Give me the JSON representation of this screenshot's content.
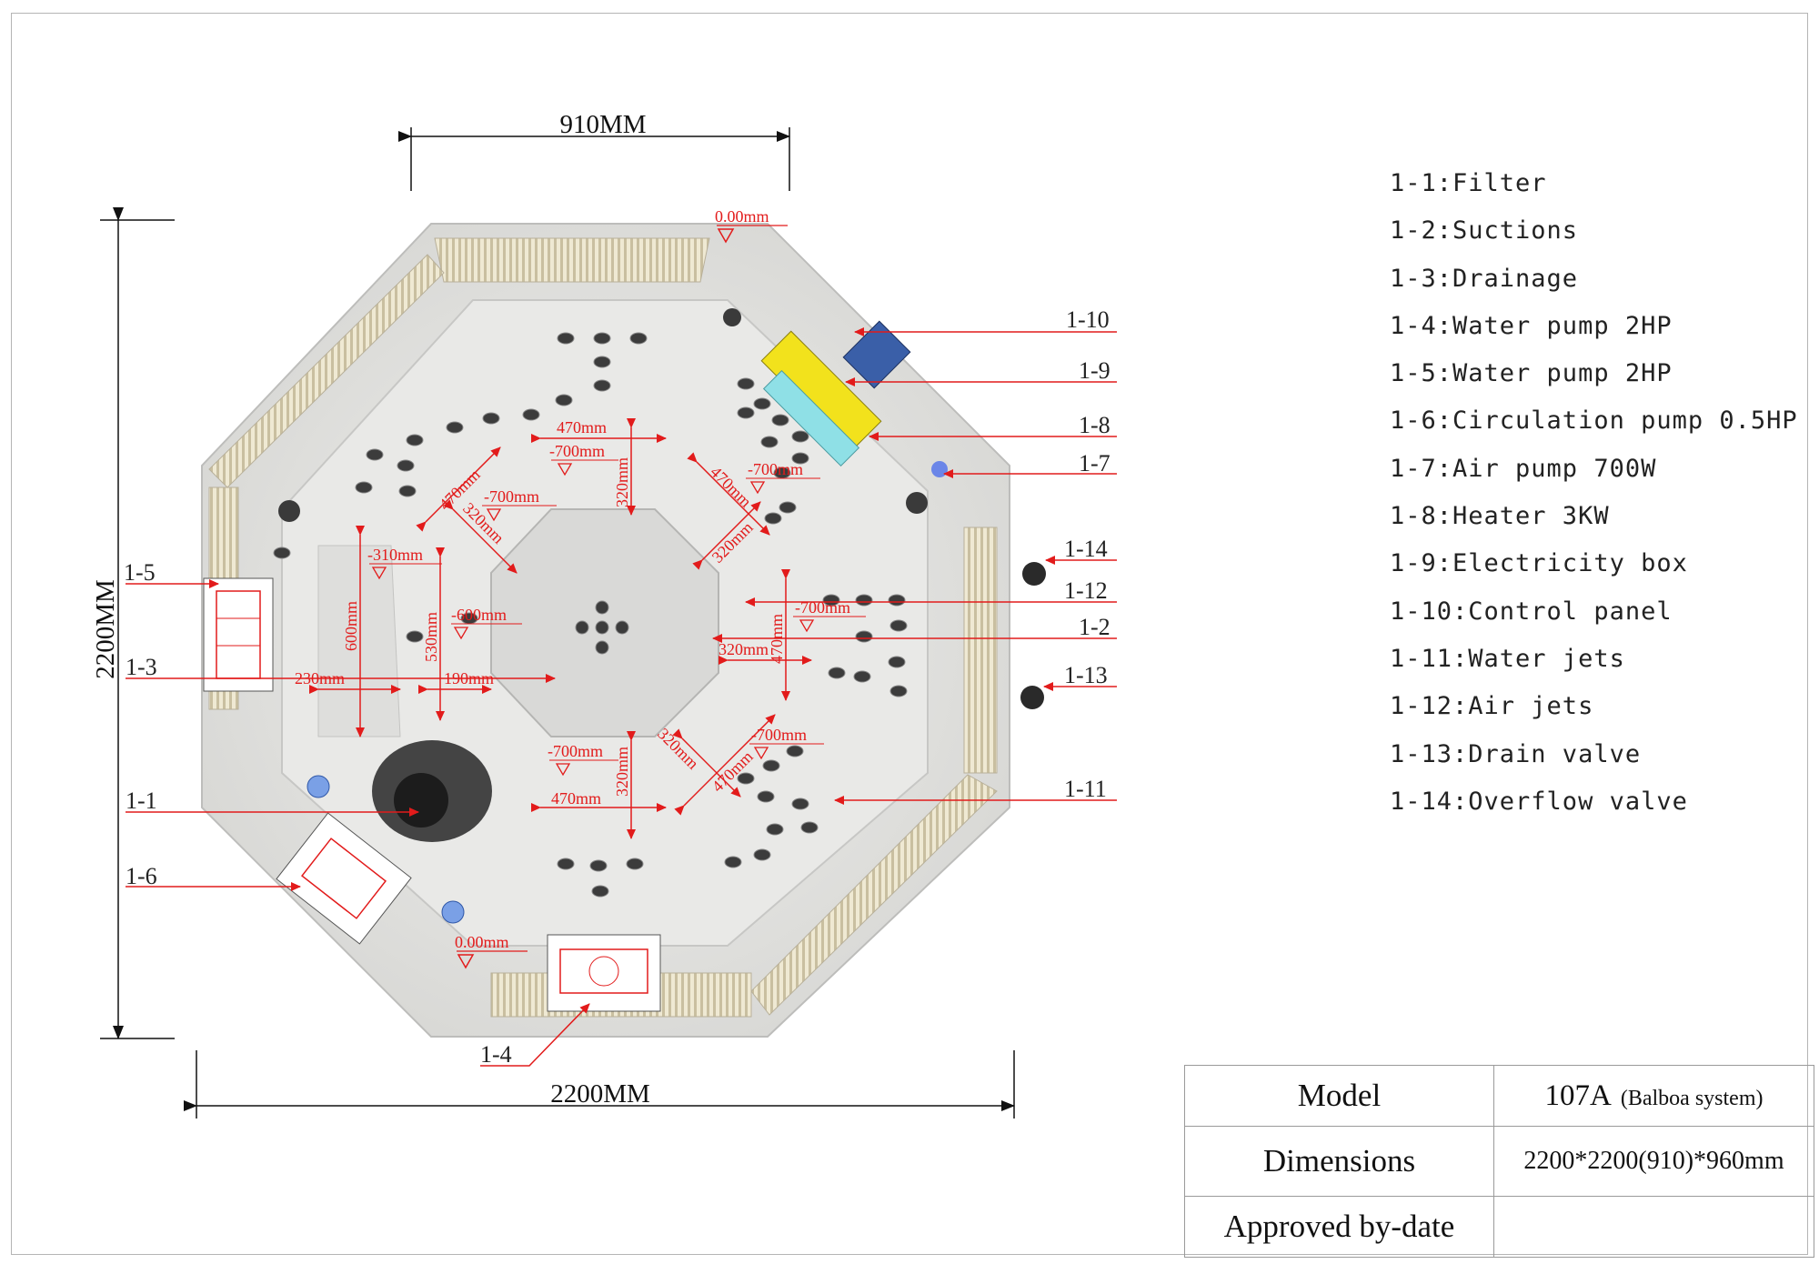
{
  "overall_dimensions": {
    "top_width": "910MM",
    "bottom_width": "2200MM",
    "left_height": "2200MM"
  },
  "legend": [
    {
      "code": "1-1",
      "label": "1-1:Filter"
    },
    {
      "code": "1-2",
      "label": "1-2:Suctions"
    },
    {
      "code": "1-3",
      "label": "1-3:Drainage"
    },
    {
      "code": "1-4",
      "label": "1-4:Water pump 2HP"
    },
    {
      "code": "1-5",
      "label": "1-5:Water pump 2HP"
    },
    {
      "code": "1-6",
      "label": "1-6:Circulation pump 0.5HP"
    },
    {
      "code": "1-7",
      "label": "1-7:Air pump 700W"
    },
    {
      "code": "1-8",
      "label": "1-8:Heater 3KW"
    },
    {
      "code": "1-9",
      "label": "1-9:Electricity box"
    },
    {
      "code": "1-10",
      "label": "1-10:Control panel"
    },
    {
      "code": "1-11",
      "label": "1-11:Water jets"
    },
    {
      "code": "1-12",
      "label": "1-12:Air jets"
    },
    {
      "code": "1-13",
      "label": "1-13:Drain valve"
    },
    {
      "code": "1-14",
      "label": "1-14:Overflow valve"
    }
  ],
  "callouts": {
    "c1_1": "1-1",
    "c1_2": "1-2",
    "c1_3": "1-3",
    "c1_4": "1-4",
    "c1_5": "1-5",
    "c1_6": "1-6",
    "c1_7": "1-7",
    "c1_8": "1-8",
    "c1_9": "1-9",
    "c1_10": "1-10",
    "c1_11": "1-11",
    "c1_12": "1-12",
    "c1_13": "1-13",
    "c1_14": "1-14"
  },
  "measurements": {
    "level_top": "0.00mm",
    "level_bottom": "0.00mm",
    "d_470": "470mm",
    "d_320": "320mm",
    "d_700": "-700mm",
    "d_310": "-310mm",
    "d_600": "600mm",
    "d_530": "530mm",
    "d_n600": "-600mm",
    "d_230": "230mm",
    "d_190": "190mm"
  },
  "spec_table": {
    "model_label": "Model",
    "model_value": "107A",
    "model_system": "(Balboa system)",
    "dimensions_label": "Dimensions",
    "dimensions_value": "2200*2200(910)*960mm",
    "approved_label": "Approved by-date",
    "approved_value": ""
  },
  "colors": {
    "annotation": "#e21b1b",
    "shell": "#e4e4e2",
    "control_panel": "#3a5fa8",
    "electricity_box": "#f2e21c",
    "heater": "#8fe0e6",
    "air_pump_button": "#6b86e8"
  }
}
